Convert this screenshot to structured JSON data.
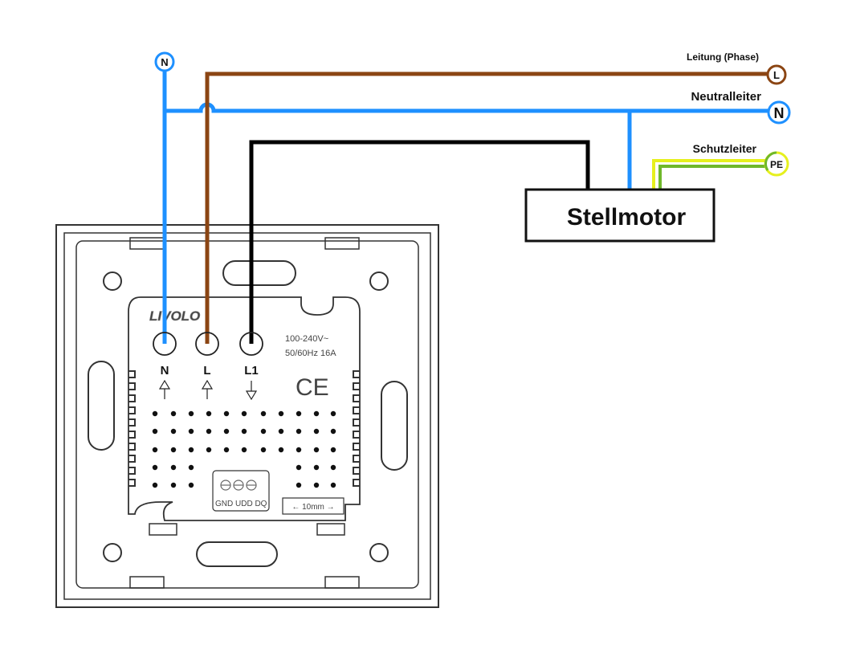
{
  "wires": {
    "phase_label": "Leitung (Phase)",
    "phase_terminal": "L",
    "neutral_label": "Neutralleiter",
    "neutral_terminal": "N",
    "earth_label": "Schutzleiter",
    "earth_terminal": "PE",
    "top_neutral_terminal": "N",
    "colors": {
      "phase": "#8B4513",
      "neutral": "#1E90FF",
      "switched": "#000000",
      "earth_green": "#6FB82A",
      "earth_yellow": "#E6F01E"
    }
  },
  "motor": {
    "label": "Stellmotor"
  },
  "device": {
    "brand": "LIVOLO",
    "rating_line1": "100-240V~",
    "rating_line2": "50/60Hz 16A",
    "ce_mark": "CE",
    "terminals": [
      {
        "label": "N",
        "arrow": "up"
      },
      {
        "label": "L",
        "arrow": "up"
      },
      {
        "label": "L1",
        "arrow": "down"
      }
    ],
    "bus_labels": "GND UDD DQ",
    "strip_length": "10mm"
  }
}
